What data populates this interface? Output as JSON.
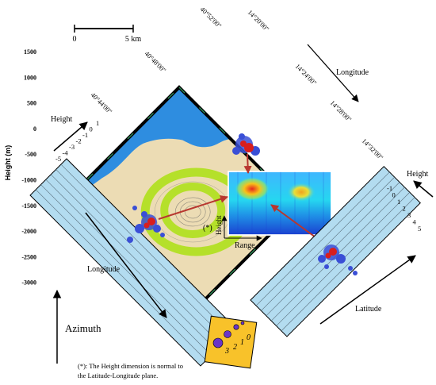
{
  "scale_bar": {
    "start_label": "0",
    "end_label": "5 km"
  },
  "height_axis": {
    "title": "Height (m)",
    "ticks": [
      "1500",
      "1000",
      "500",
      "0",
      "-500",
      "-1000",
      "-1500",
      "-2000",
      "-2500",
      "-3000"
    ]
  },
  "map": {
    "lat_labels": [
      "40°52'00\"",
      "40°48'00\"",
      "40°44'00\""
    ],
    "lon_labels": [
      "14°20'00\"",
      "14°24'00\"",
      "14°28'00\"",
      "14°32'00\""
    ],
    "inset": {
      "x_label": "Range",
      "y_label": "Height",
      "marker": "(*)"
    }
  },
  "arrows": {
    "longitude_top": "Longitude",
    "height_left": "Height",
    "height_right": "Height",
    "longitude_left": "Longitude",
    "latitude_right": "Latitude",
    "azimuth": "Azimuth"
  },
  "left_strip_ticks": [
    "-5",
    "-4",
    "-3",
    "-2",
    "-1",
    "0",
    "1"
  ],
  "right_strip_ticks": [
    "-1",
    "0",
    "1",
    "2",
    "3",
    "4",
    "5"
  ],
  "legend_box": {
    "labels": [
      "3",
      "2",
      "1",
      "0"
    ]
  },
  "footnote": {
    "line1": "(*): The Height dimension is normal to",
    "line2": "the Latitude-Longitude plane."
  },
  "colors": {
    "sea": "#2e8de0",
    "land": "#ecdcb4",
    "vegetation": "#b5e02a",
    "strip": "#b3dcf0",
    "legend_fill": "#f8c22a",
    "point_blue": "#3a4fd6",
    "point_red": "#d81e1e",
    "connector": "#b8372f"
  }
}
